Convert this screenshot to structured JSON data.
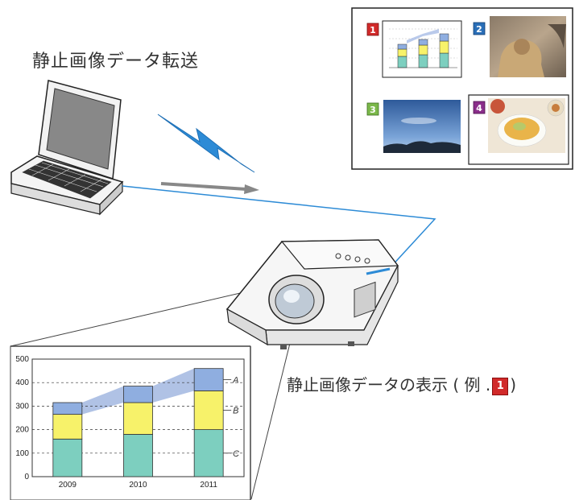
{
  "title": "静止画像データ転送",
  "caption": {
    "text_before": "静止画像データの表示 ( 例 .",
    "badge": "1",
    "text_after": ")"
  },
  "thumbnails": [
    {
      "number": "1",
      "color": "#d12a2a",
      "content": "chart-thumbnail"
    },
    {
      "number": "2",
      "color": "#2a6fb8",
      "content": "lion-photo"
    },
    {
      "number": "3",
      "color": "#7bb84a",
      "content": "sky-photo"
    },
    {
      "number": "4",
      "color": "#8a2e8a",
      "content": "food-photo"
    }
  ],
  "chart_data": {
    "type": "bar",
    "stacked": true,
    "categories": [
      "2009",
      "2010",
      "2011"
    ],
    "series": [
      {
        "name": "C",
        "color": "#7dcfbf",
        "values": [
          160,
          180,
          200
        ]
      },
      {
        "name": "B",
        "color": "#f7f26a",
        "values": [
          105,
          135,
          165
        ]
      },
      {
        "name": "A",
        "color": "#8faee0",
        "values": [
          50,
          70,
          95
        ]
      }
    ],
    "ylim": [
      0,
      500
    ],
    "yticks": [
      "0",
      "100",
      "200",
      "300",
      "400",
      "500"
    ],
    "grid": true
  }
}
